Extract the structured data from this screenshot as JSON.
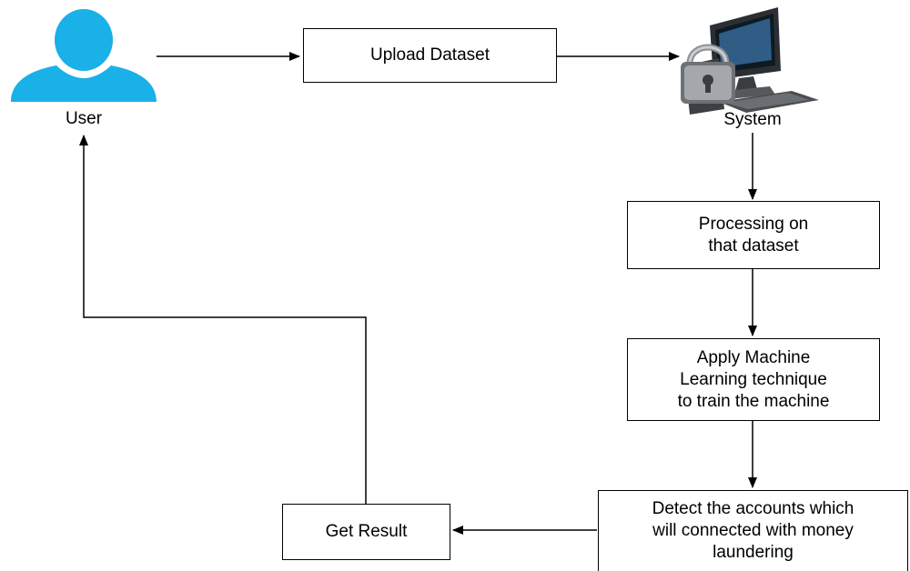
{
  "actors": {
    "user": {
      "label": "User",
      "icon": "user-icon",
      "color": "#1ab0e8"
    },
    "system": {
      "label": "System",
      "icon": "computer-lock-icon"
    }
  },
  "steps": {
    "upload": "Upload Dataset",
    "processing": "Processing on\nthat dataset",
    "apply_ml": "Apply Machine\nLearning technique\nto train the machine",
    "detect": "Detect the accounts which\nwill connected with money\nlaundering",
    "result": "Get Result"
  }
}
